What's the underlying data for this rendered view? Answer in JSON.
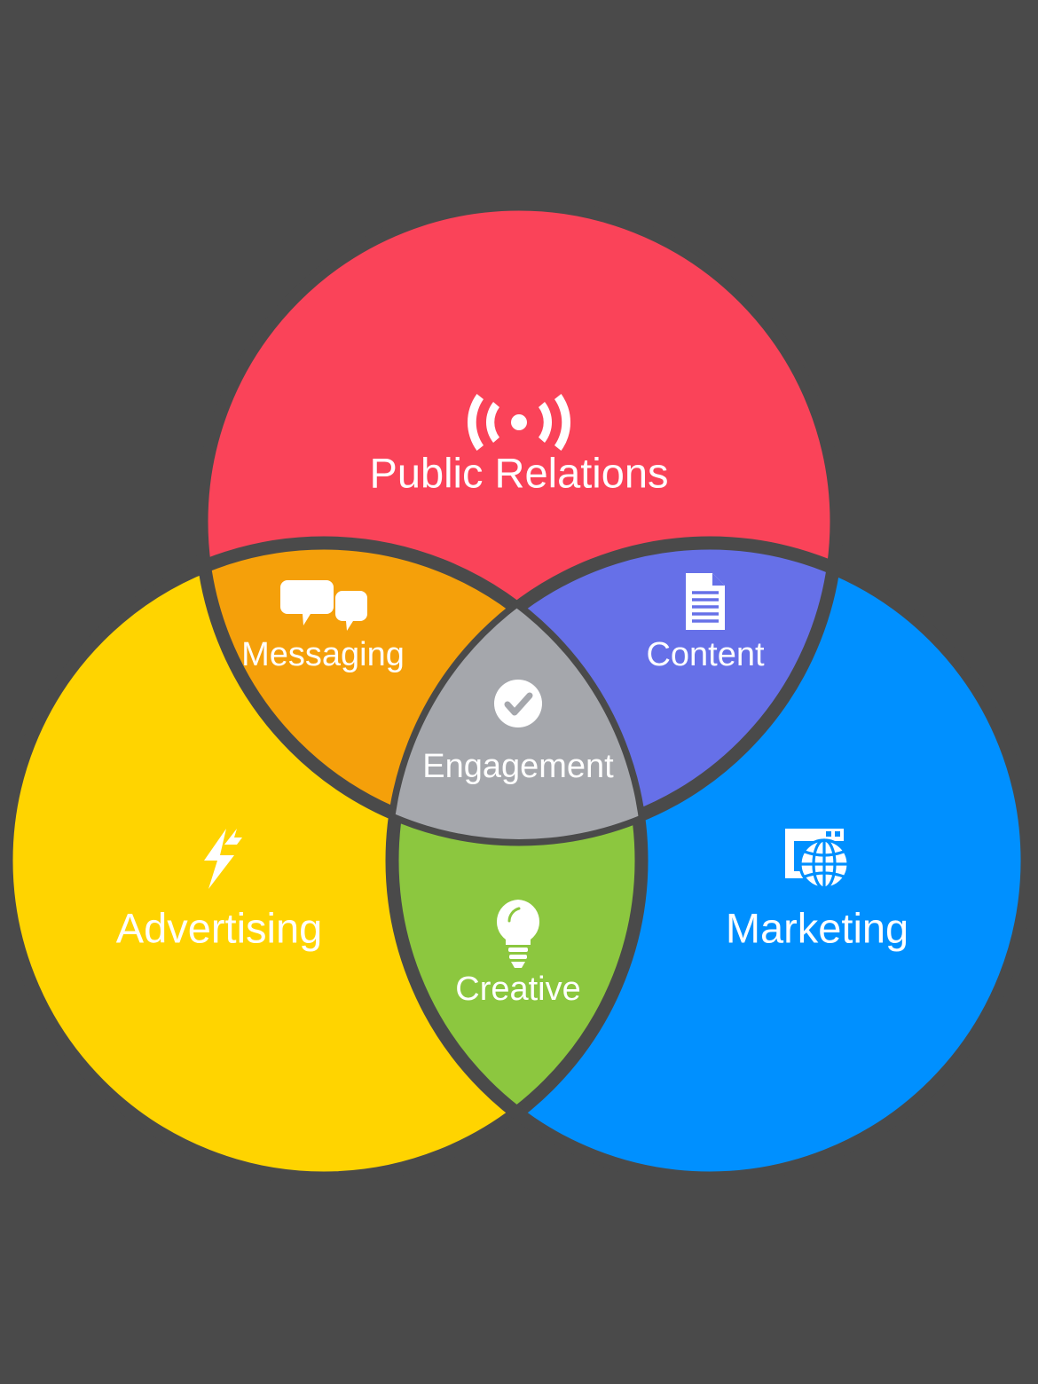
{
  "diagram": {
    "type": "venn",
    "title": "",
    "background_color": "#4a4a4a",
    "text_color": "#ffffff",
    "sets": [
      {
        "key": "public_relations",
        "label": "Public Relations",
        "color": "#fa4359",
        "icon": "broadcast-signal-icon",
        "position": "top"
      },
      {
        "key": "advertising",
        "label": "Advertising",
        "color": "#ffd400",
        "icon": "lightning-bolt-icon",
        "position": "left"
      },
      {
        "key": "marketing",
        "label": "Marketing",
        "color": "#0090ff",
        "icon": "browser-globe-icon",
        "position": "right"
      }
    ],
    "intersections": [
      {
        "key": "messaging",
        "label": "Messaging",
        "color": "#f5a00a",
        "icon": "chat-bubbles-icon",
        "sets": [
          "public_relations",
          "advertising"
        ]
      },
      {
        "key": "content",
        "label": "Content",
        "color": "#6670e8",
        "icon": "document-icon",
        "sets": [
          "public_relations",
          "marketing"
        ]
      },
      {
        "key": "creative",
        "label": "Creative",
        "color": "#8cc73f",
        "icon": "lightbulb-icon",
        "sets": [
          "advertising",
          "marketing"
        ]
      },
      {
        "key": "engagement",
        "label": "Engagement",
        "color": "#a5a7ac",
        "icon": "check-circle-icon",
        "sets": [
          "public_relations",
          "advertising",
          "marketing"
        ]
      }
    ]
  },
  "chart_data": {
    "type": "venn",
    "title": "",
    "categories": [
      "Public Relations",
      "Advertising",
      "Marketing"
    ],
    "regions": [
      {
        "name": "Public Relations",
        "sets": [
          "Public Relations"
        ],
        "color": "#fa4359"
      },
      {
        "name": "Advertising",
        "sets": [
          "Advertising"
        ],
        "color": "#ffd400"
      },
      {
        "name": "Marketing",
        "sets": [
          "Marketing"
        ],
        "color": "#0090ff"
      },
      {
        "name": "Messaging",
        "sets": [
          "Public Relations",
          "Advertising"
        ],
        "color": "#f5a00a"
      },
      {
        "name": "Content",
        "sets": [
          "Public Relations",
          "Marketing"
        ],
        "color": "#6670e8"
      },
      {
        "name": "Creative",
        "sets": [
          "Advertising",
          "Marketing"
        ],
        "color": "#8cc73f"
      },
      {
        "name": "Engagement",
        "sets": [
          "Public Relations",
          "Advertising",
          "Marketing"
        ],
        "color": "#a5a7ac"
      }
    ],
    "legend": "none",
    "grid": false
  }
}
